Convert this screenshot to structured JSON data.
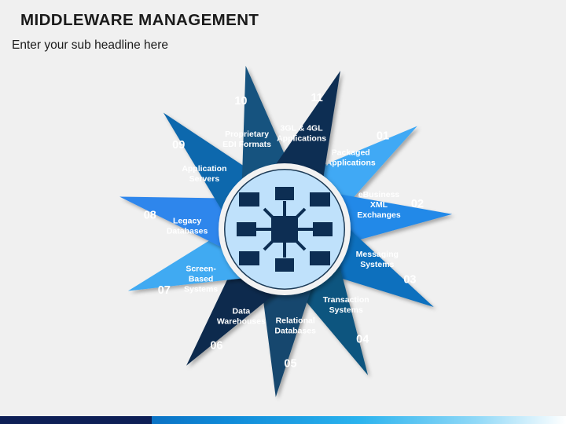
{
  "slide": {
    "title": "MIDDLEWARE MANAGEMENT",
    "subtitle": "Enter your sub headline here",
    "background_color": "#f0f0f0"
  },
  "center": {
    "icon_name": "network-hub-icon",
    "circle_fill": "#bfe1fb",
    "ring_color": "#f2f2f2",
    "icon_color": "#0c2d52"
  },
  "footer": {
    "navy_color": "#0e1f56",
    "gradient_from": "#0b72c4",
    "gradient_to": "#ffffff"
  },
  "diagram": {
    "type": "pinwheel",
    "petal_count": 11,
    "petals": [
      {
        "number": "01",
        "label_line1": "Packaged",
        "label_line2": "Applications",
        "label_line3": "",
        "color": "#3fa9f5"
      },
      {
        "number": "02",
        "label_line1": "eBusiness",
        "label_line2": "XML",
        "label_line3": "Exchanges",
        "color": "#2289e8"
      },
      {
        "number": "03",
        "label_line1": "Messaging",
        "label_line2": "Systems",
        "label_line3": "",
        "color": "#0a6fbe"
      },
      {
        "number": "04",
        "label_line1": "Transaction",
        "label_line2": "Systems",
        "label_line3": "",
        "color": "#10557f"
      },
      {
        "number": "05",
        "label_line1": "Relational",
        "label_line2": "Databases",
        "label_line3": "",
        "color": "#12466e"
      },
      {
        "number": "06",
        "label_line1": "Data",
        "label_line2": "Warehouses",
        "label_line3": "",
        "color": "#0b2c4d"
      },
      {
        "number": "07",
        "label_line1": "Screen-",
        "label_line2": "Based",
        "label_line3": "Systems",
        "color": "#3faaf2"
      },
      {
        "number": "08",
        "label_line1": "Legacy",
        "label_line2": "Databases",
        "label_line3": "",
        "color": "#2e86ec"
      },
      {
        "number": "09",
        "label_line1": "Application",
        "label_line2": "Servers",
        "label_line3": "",
        "color": "#0d68ad"
      },
      {
        "number": "10",
        "label_line1": "Proprietary",
        "label_line2": "EDI Formats",
        "label_line3": "",
        "color": "#12527f"
      },
      {
        "number": "11",
        "label_line1": "3GL & 4GL",
        "label_line2": "Applications",
        "label_line3": "",
        "color": "#0c2d52"
      }
    ]
  }
}
